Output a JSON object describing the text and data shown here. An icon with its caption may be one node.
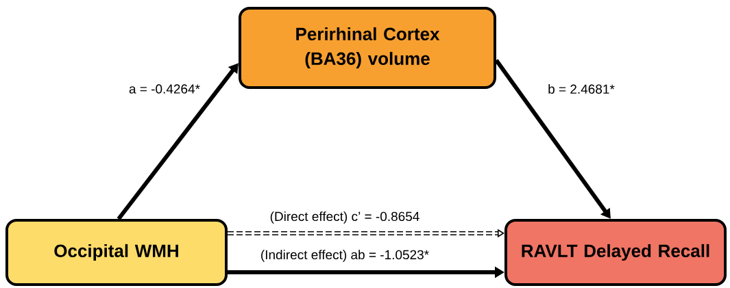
{
  "diagram": {
    "nodes": [
      {
        "text": [
          "Perirhinal Cortex (BA36) volume"
        ]
      },
      {
        "text": [
          "Occipital WMH"
        ]
      },
      {
        "text": [
          "RAVLT Delayed Recall"
        ]
      }
    ],
    "edges": [
      {
        "from": 1,
        "to": 0,
        "arrow": "to",
        "label": "a = -0.4264*"
      },
      {
        "from": 0,
        "to": 2,
        "arrow": "to",
        "label": "b = 2.4681*"
      },
      {
        "from": 1,
        "to": 2,
        "arrow": "to",
        "label": "(Direct effect) c’ = -0.8654",
        "style": "dashed"
      },
      {
        "from": 1,
        "to": 2,
        "arrow": "to",
        "label": "(Indirect effect) ab = -1.0523*"
      }
    ]
  }
}
